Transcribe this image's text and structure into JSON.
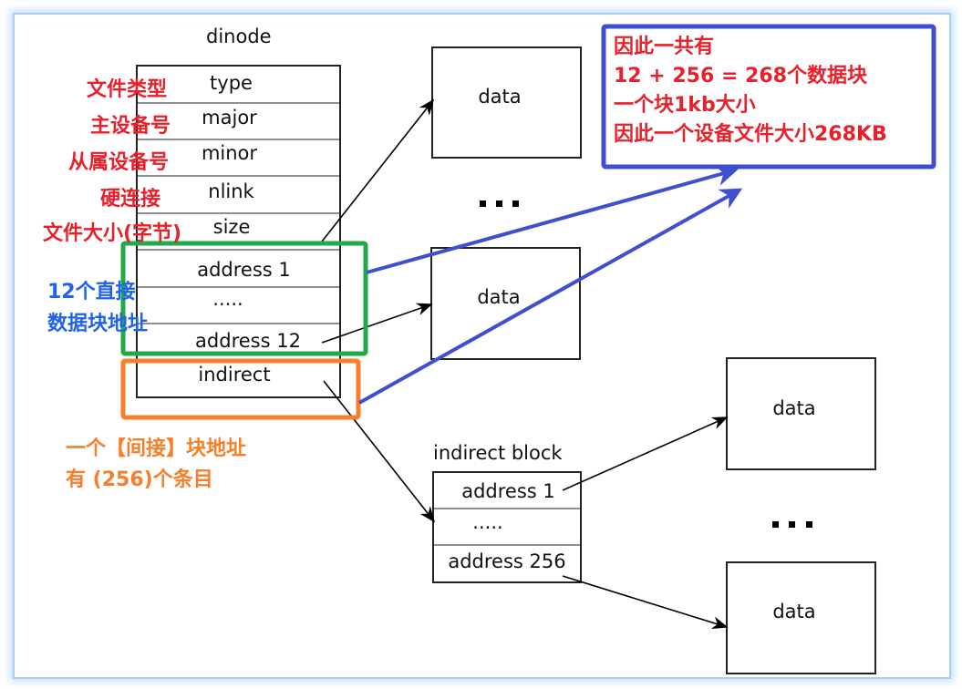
{
  "dinode": {
    "title": "dinode",
    "fields": [
      "type",
      "major",
      "minor",
      "nlink",
      "size",
      "address 1",
      ".....",
      "address 12",
      "indirect"
    ],
    "annotations": [
      "文件类型",
      "主设备号",
      "从属设备号",
      "硬连接",
      "文件大小(字节)"
    ]
  },
  "direct_label": [
    "12个直接",
    "数据块地址"
  ],
  "indirect_label": [
    "一个【间接】块地址",
    "有 (256)个条目"
  ],
  "data_block_label": "data",
  "ellipsis": "...",
  "indirect_block": {
    "title": "indirect block",
    "fields": [
      "address 1",
      ".....",
      "address 256"
    ]
  },
  "summary_note": [
    "因此一共有",
    "12 + 256 = 268个数据块",
    "一个块1kb大小",
    "因此一个设备文件大小268KB"
  ],
  "colors": {
    "annotation_red": "#e8202a",
    "direct_blue": "#1e63e8",
    "indirect_orange": "#f57f2a",
    "highlight_green": "#22a94a",
    "arrow_blue": "#3f4fd0",
    "frame_border": "#a9cdf4"
  }
}
